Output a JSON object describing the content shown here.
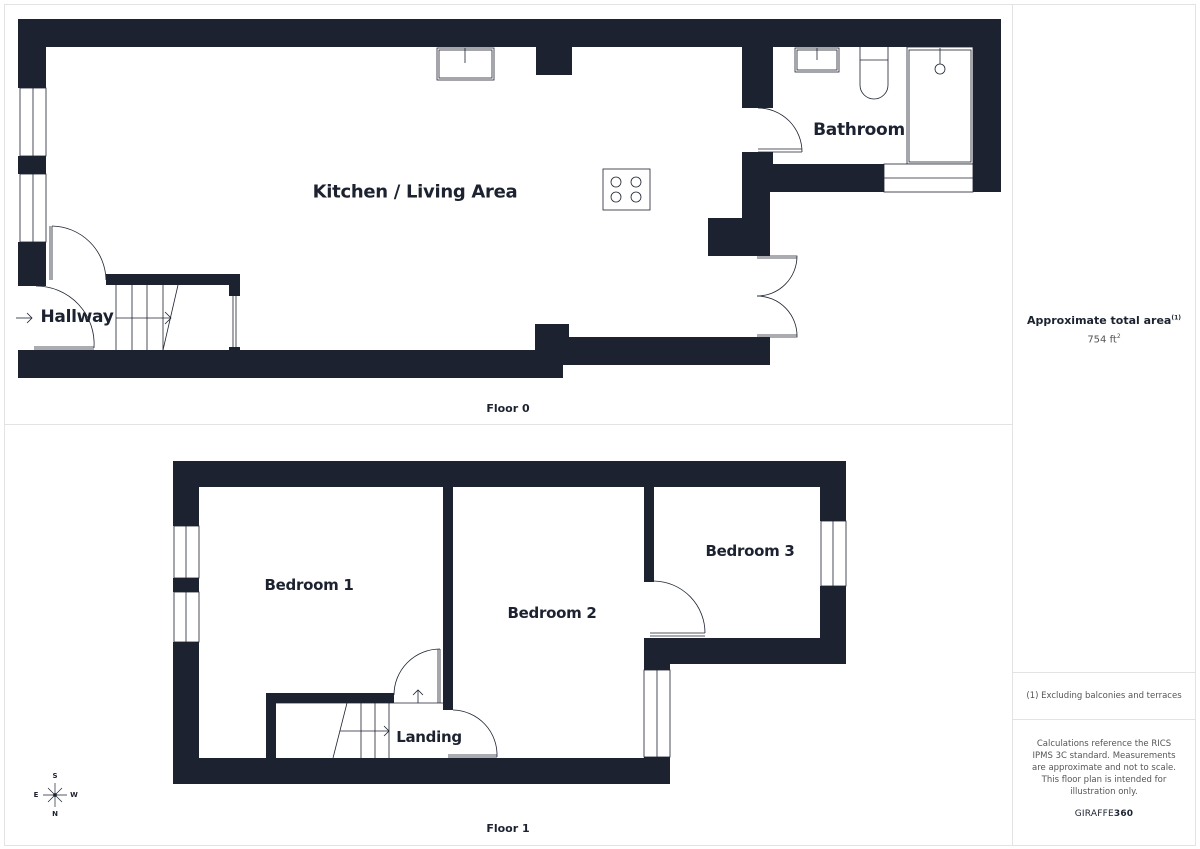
{
  "floors": [
    {
      "label": "Floor 0",
      "rooms": [
        {
          "name": "Kitchen / Living Area"
        },
        {
          "name": "Bathroom"
        },
        {
          "name": "Hallway"
        }
      ]
    },
    {
      "label": "Floor 1",
      "rooms": [
        {
          "name": "Bedroom 1"
        },
        {
          "name": "Bedroom 2"
        },
        {
          "name": "Bedroom 3"
        },
        {
          "name": "Landing"
        }
      ]
    }
  ],
  "sidebar": {
    "area_title": "Approximate total area",
    "area_footnote_marker": "(1)",
    "area_value": "754 ft",
    "area_unit_sup": "2",
    "footnote": "(1) Excluding balconies and terraces",
    "disclaimer": "Calculations reference the RICS IPMS 3C standard. Measurements are approximate and not to scale. This floor plan is intended for illustration only.",
    "brand_light": "GIRAFFE",
    "brand_bold": "360"
  },
  "compass": {
    "top": "S",
    "bottom": "N",
    "left": "E",
    "right": "W"
  },
  "colors": {
    "wall": "#1c2230",
    "border": "#e3e3e3",
    "text_muted": "#555555"
  }
}
